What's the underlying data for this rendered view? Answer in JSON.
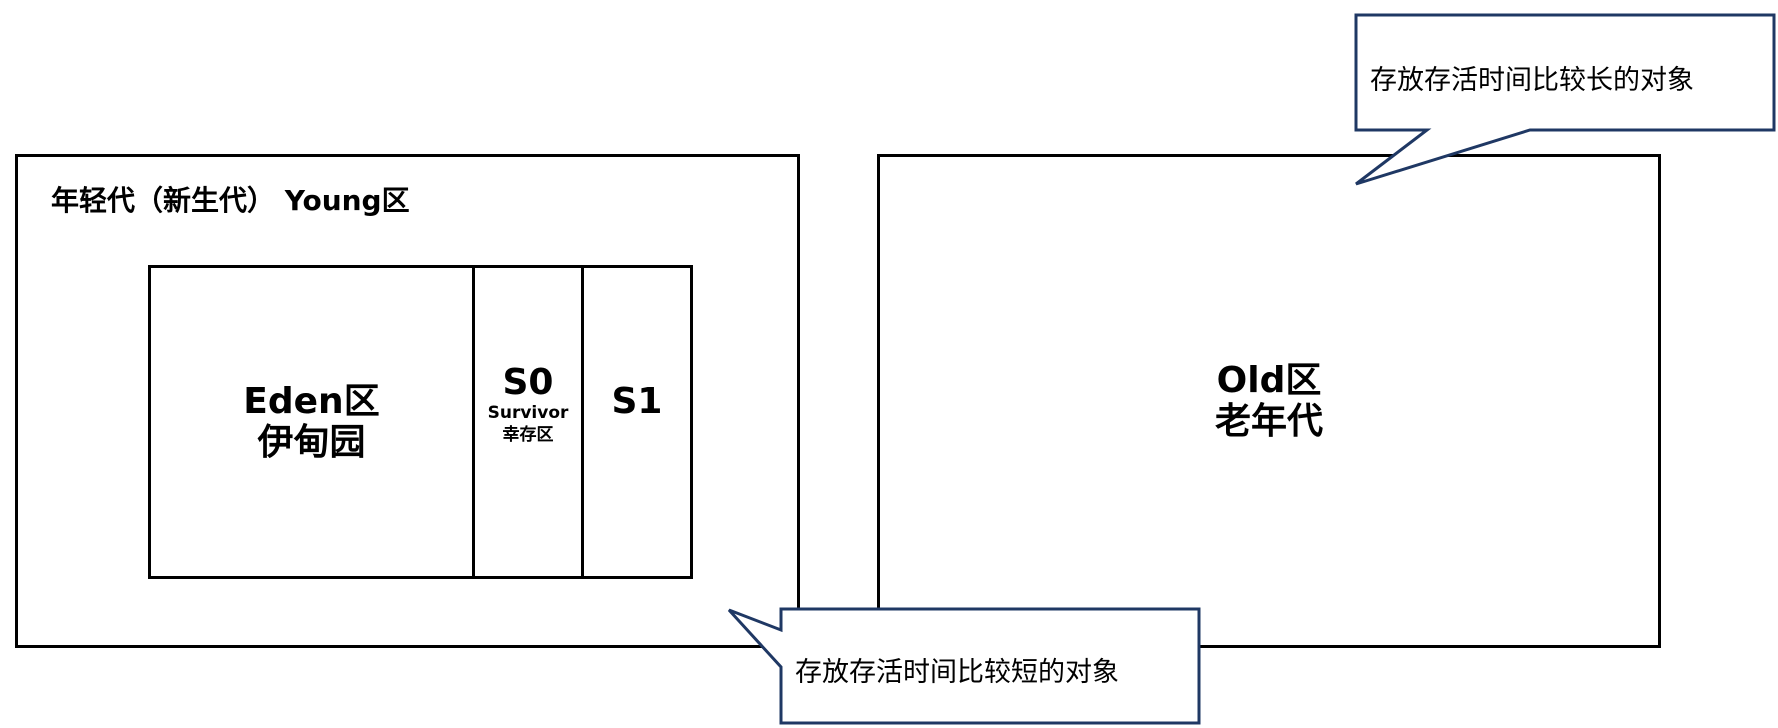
{
  "young": {
    "title": "年轻代（新生代） Young区",
    "eden": {
      "line1": "Eden区",
      "line2": "伊甸园"
    },
    "s0": {
      "label": "S0",
      "sub1": "Survivor",
      "sub2": "幸存区"
    },
    "s1": {
      "label": "S1"
    }
  },
  "old": {
    "line1": "Old区",
    "line2": "老年代"
  },
  "callouts": {
    "old_note": "存放存活时间比较长的对象",
    "young_note": "存放存活时间比较短的对象"
  },
  "colors": {
    "box_border": "#000000",
    "callout_border": "#1f3864"
  }
}
